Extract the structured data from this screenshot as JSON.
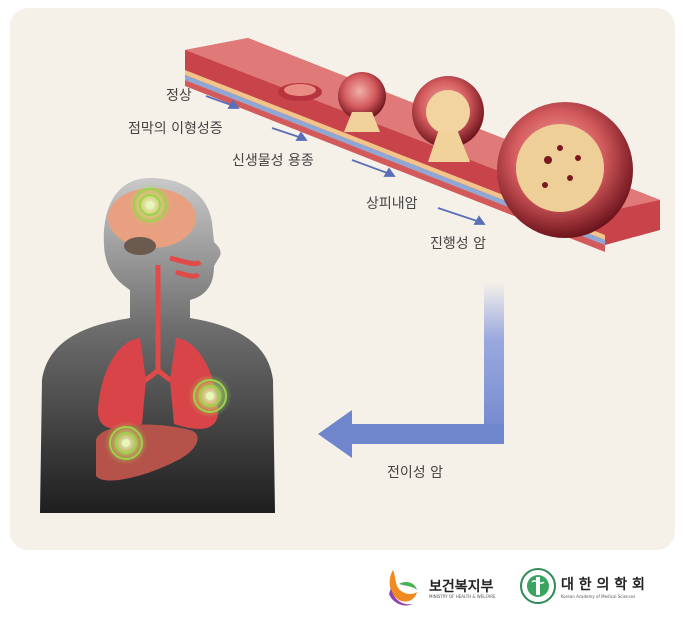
{
  "stages": {
    "normal": "정상",
    "dysplasia": "점막의 이형성증",
    "neoplasm": "신생물성 용종",
    "carcinoma_in_situ": "상피내암",
    "advanced": "진행성 암"
  },
  "metastasis_label": "전이성 암",
  "logos": {
    "ministry_name": "보건복지부",
    "ministry_sub": "MINISTRY OF HEALTH & WELFARE",
    "academy_name": "대 한 의 학 회",
    "academy_sub": "Korean Academy of Medical Sciences"
  },
  "colors": {
    "arrow_blue": "#7a8fd0",
    "tissue_red": "#c8434a",
    "tumor_dark": "#7a1820",
    "target_green": "#9bd34a"
  }
}
